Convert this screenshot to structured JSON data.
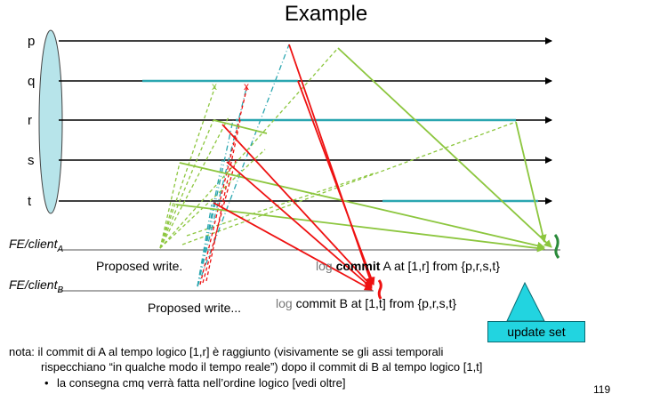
{
  "title": "Example",
  "processes": [
    "p",
    "q",
    "r",
    "s",
    "t"
  ],
  "clients": [
    {
      "name": "FE/client",
      "sub": "A"
    },
    {
      "name": "FE/client",
      "sub": "B"
    }
  ],
  "annotations": {
    "proposed_write_a": "Proposed write.",
    "proposed_write_b": "Proposed write...",
    "commit_a_log": "log",
    "commit_a_bold": "commit",
    "commit_a_rest": " A at [1,r] from {p,r,s,t}",
    "commit_b_log": "log",
    "commit_b_rest": " commit B at [1,t] from {p,r,s,t}",
    "update_set": "update set"
  },
  "notes": {
    "line1": "nota: il commit di A al tempo logico [1,r] è raggiunto (visivamente se gli assi temporali",
    "line2": "rispecchiano “in qualche modo il tempo reale”) dopo il commit di B al tempo logico [1,t]",
    "bullet": "•",
    "line3": "la consegna cmq verrà fatta nell’ordine logico [vedi oltre]"
  },
  "page_number": "119",
  "colors": {
    "green": "#8cc63e",
    "red": "#ee1111",
    "teal": "#2aa6b0",
    "ellipse": "#b7e4ea"
  }
}
